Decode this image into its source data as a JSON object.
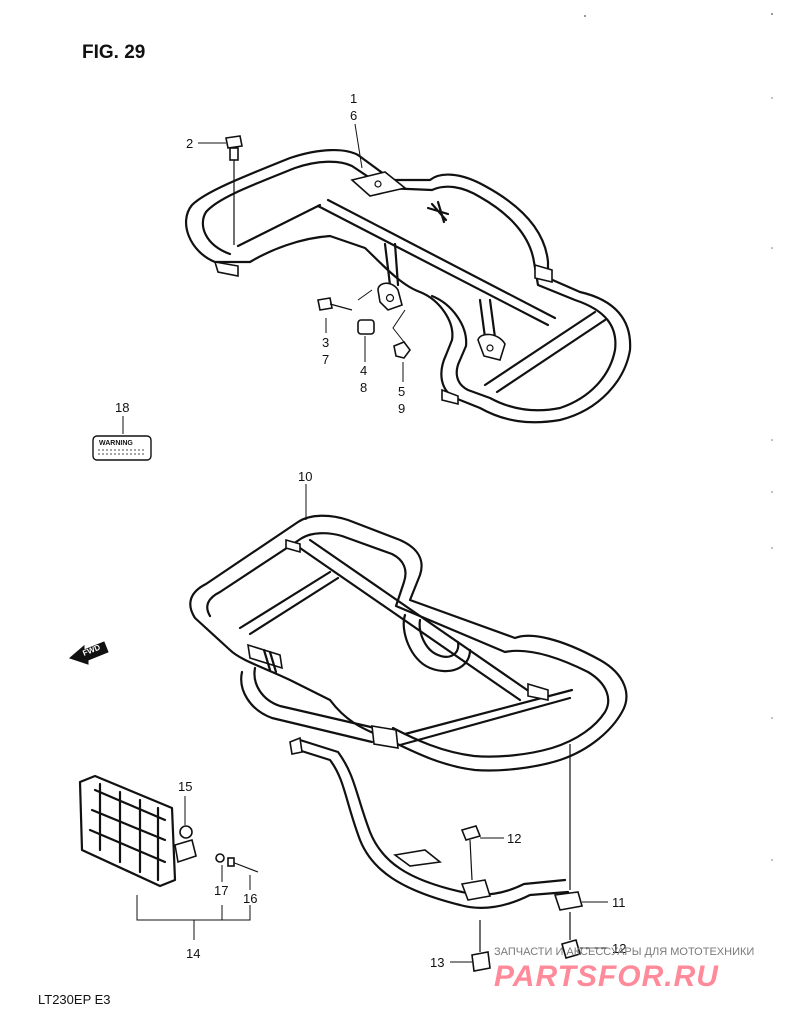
{
  "figure": {
    "title": "FIG. 29",
    "model_code": "LT230EP  E3"
  },
  "warning_label": {
    "text": "WARNING"
  },
  "fwd_arrow": {
    "text": "FWD"
  },
  "callouts": {
    "c1": "1",
    "c6": "6",
    "c2": "2",
    "c3": "3",
    "c7": "7",
    "c4": "4",
    "c8": "8",
    "c5": "5",
    "c9": "9",
    "c18": "18",
    "c10": "10",
    "c11": "11",
    "c12a": "12",
    "c12b": "12",
    "c13": "13",
    "c14": "14",
    "c15": "15",
    "c16": "16",
    "c17": "17"
  },
  "watermark": {
    "tagline": "ЗАПЧАСТИ И АКСЕССУАРЫ ДЛЯ МОТОТЕХНИКИ",
    "brand": "PARTSFOR.RU",
    "color": "#ff8a9a"
  }
}
